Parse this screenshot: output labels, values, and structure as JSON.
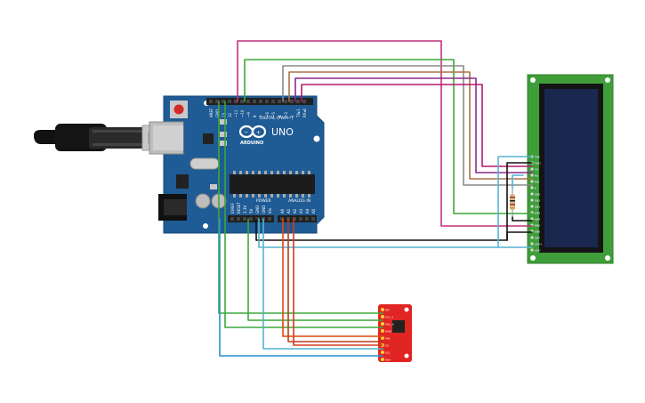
{
  "arduino": {
    "model": "UNO",
    "brand": "ARDUINO",
    "digital_label": "DIGITAL (PWM~)",
    "power_label": "POWER",
    "analog_label": "ANALOG IN",
    "top_pins": [
      "AREF",
      "GND",
      "13",
      "12",
      "~11",
      "~10",
      "~9",
      "8",
      "7",
      "~6",
      "~5",
      "4",
      "~3",
      "2",
      "TX▸1",
      "RX◂0"
    ],
    "power_pins": [
      "IOREF",
      "RESET",
      "3.3V",
      "5V",
      "GND",
      "GND",
      "Vin"
    ],
    "analog_pins": [
      "A0",
      "A1",
      "A2",
      "A3",
      "A4",
      "A5"
    ],
    "colors": {
      "board": "#1f5b94",
      "header": "#202020"
    }
  },
  "lcd": {
    "pins": [
      "VSS",
      "VDD",
      "V0",
      "RS",
      "RW",
      "E",
      "DB0",
      "DB1",
      "DB2",
      "DB3",
      "DB4",
      "DB5",
      "DB6",
      "DB7",
      "LED+",
      "LED-"
    ],
    "colors": {
      "pcb": "#3f9e3a",
      "screen": "#1a2850"
    }
  },
  "sensor": {
    "pins": [
      "INT",
      "SCL_A",
      "SDA_A",
      "GND",
      "VIN",
      "CS",
      "SCL",
      "SDA"
    ],
    "colors": {
      "pcb": "#e02522"
    }
  },
  "resistor": {
    "colors": {
      "body": "#d7b88a"
    }
  },
  "wire_colors": [
    "#c0307a",
    "#3da83a",
    "#8a8a8a",
    "#a8724a",
    "#8a2a8a",
    "#b01a6e",
    "#111111",
    "#55b4d0",
    "#2a8fd0",
    "#e04a0a",
    "#c0391a"
  ]
}
